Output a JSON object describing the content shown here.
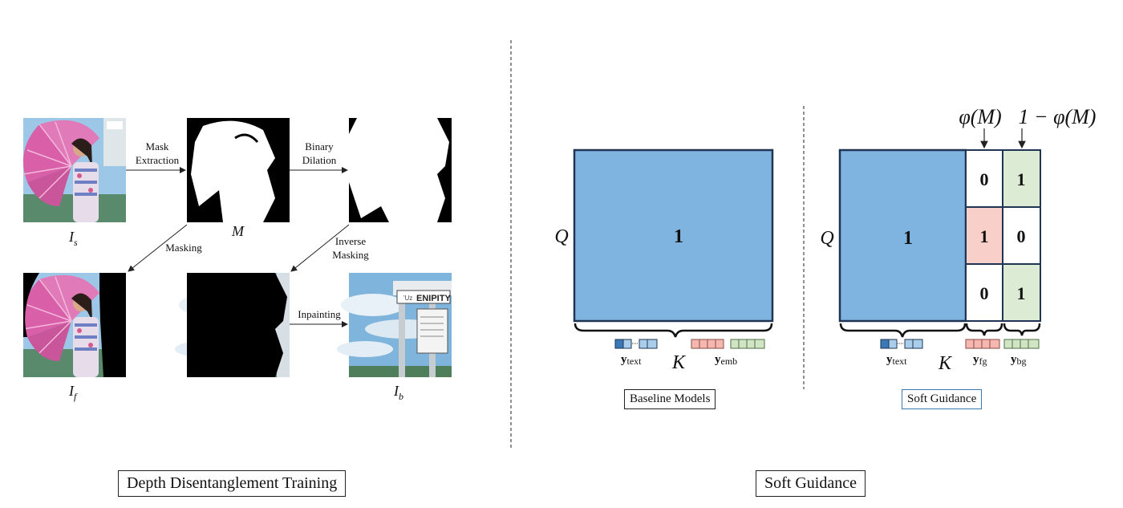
{
  "left_panel": {
    "caption": "Depth Disentanglement Training",
    "image_labels": {
      "source": "I",
      "source_sub": "s",
      "mask": "M",
      "foreground": "I",
      "foreground_sub": "f",
      "background": "I",
      "background_sub": "b"
    },
    "arrow_labels": {
      "mask_extraction_1": "Mask",
      "mask_extraction_2": "Extraction",
      "binary_dilation_1": "Binary",
      "binary_dilation_2": "Dilation",
      "masking": "Masking",
      "inverse_masking_1": "Inverse",
      "inverse_masking_2": "Masking",
      "inpainting": "Inpainting"
    },
    "sign_text": "ENIPITY",
    "sign_prefix": "'Uz"
  },
  "right_panel": {
    "caption": "Soft Guidance",
    "baseline": {
      "label": "Baseline Models",
      "q_label": "Q",
      "k_label": "K",
      "cell_value": "1",
      "tokens": [
        {
          "base": "y",
          "sub": "text"
        },
        {
          "base": "y",
          "sub": "emb"
        }
      ]
    },
    "soft": {
      "label": "Soft Guidance",
      "q_label": "Q",
      "k_label": "K",
      "main_value": "1",
      "col_headers": [
        "φ(M)",
        "1 − φ(M)"
      ],
      "grid": [
        [
          "0",
          "1"
        ],
        [
          "1",
          "0"
        ],
        [
          "0",
          "1"
        ]
      ],
      "tokens": [
        {
          "base": "y",
          "sub": "text"
        },
        {
          "base": "y",
          "sub": "fg"
        },
        {
          "base": "y",
          "sub": "bg"
        }
      ]
    }
  },
  "colors": {
    "blue_fill": "#7fb3e0",
    "blue_stroke": "#1f3553",
    "red_fill": "#f8cfc9",
    "green_fill": "#dcebd4",
    "blue_token_dark": "#3b78b8",
    "blue_token_light": "#a9cdea",
    "red_token": "#f4b8b0",
    "green_token": "#cfe5c4"
  }
}
